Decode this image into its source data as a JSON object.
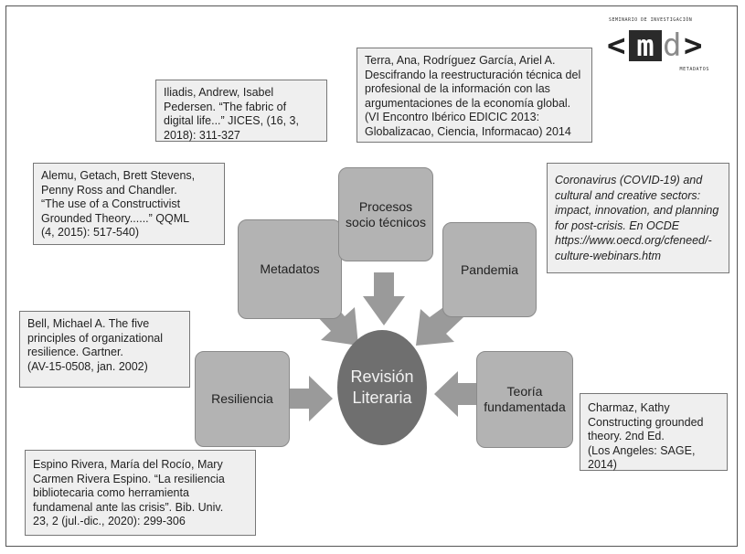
{
  "center": {
    "line1": "Revisión",
    "line2": "Literaria"
  },
  "nodes": {
    "metadatos": "Metadatos",
    "procesos_line1": "Procesos",
    "procesos_line2": "socio técnicos",
    "pandemia": "Pandemia",
    "resiliencia": "Resiliencia",
    "teoria_line1": "Teoría",
    "teoria_line2": "fundamentada"
  },
  "refs": {
    "iliadis": [
      "Iliadis, Andrew, Isabel",
      "Pedersen. “The fabric of",
      "digital life...” JICES, (16, 3,",
      "2018): 311-327"
    ],
    "terra": [
      "Terra, Ana, Rodríguez García, Ariel A.",
      "Descifrando la reestructuración técnica del",
      "profesional de la información con las",
      "argumentaciones de la economía global.",
      "(VI Encontro Ibérico EDICIC 2013:",
      "Globalizacao, Ciencia, Informacao) 2014"
    ],
    "alemu": [
      "Alemu, Getach, Brett Stevens,",
      "Penny Ross and Chandler.",
      "“The use of a Constructivist",
      "Grounded Theory......” QQML",
      "(4, 2015): 517-540)"
    ],
    "coronavirus": [
      "Coronavirus (COVID-19) and",
      "cultural and creative sectors:",
      "impact, innovation, and planning",
      "for post-crisis. En OCDE",
      "https://www.oecd.org/cfeneed/-",
      "culture-webinars.htm"
    ],
    "bell": [
      "Bell, Michael A. The five",
      "principles of organizational",
      "resilience. Gartner.",
      "(AV-15-0508, jan. 2002)"
    ],
    "charmaz": [
      "Charmaz, Kathy",
      "Constructing grounded",
      "theory. 2nd Ed.",
      "(Los Angeles: SAGE, 2014)"
    ],
    "espino": [
      "Espino Rivera, María del Rocío, Mary",
      "Carmen Rivera Espino. “La resiliencia",
      "bibliotecaria como herramienta",
      "fundamenal ante las crisis”. Bib. Univ.",
      "23, 2 (jul.-dic., 2020): 299-306"
    ]
  },
  "logo": {
    "top_text": "SEMINARIO DE INVESTIGACIÓN",
    "lt": "<",
    "m": "m",
    "d": "d",
    "gt": ">",
    "bottom_text": "METADATOS"
  },
  "colors": {
    "node_fill": "#b3b3b3",
    "center_fill": "#6f6f6f",
    "arrow_fill": "#9a9a9a",
    "ref_fill": "#efefef"
  }
}
